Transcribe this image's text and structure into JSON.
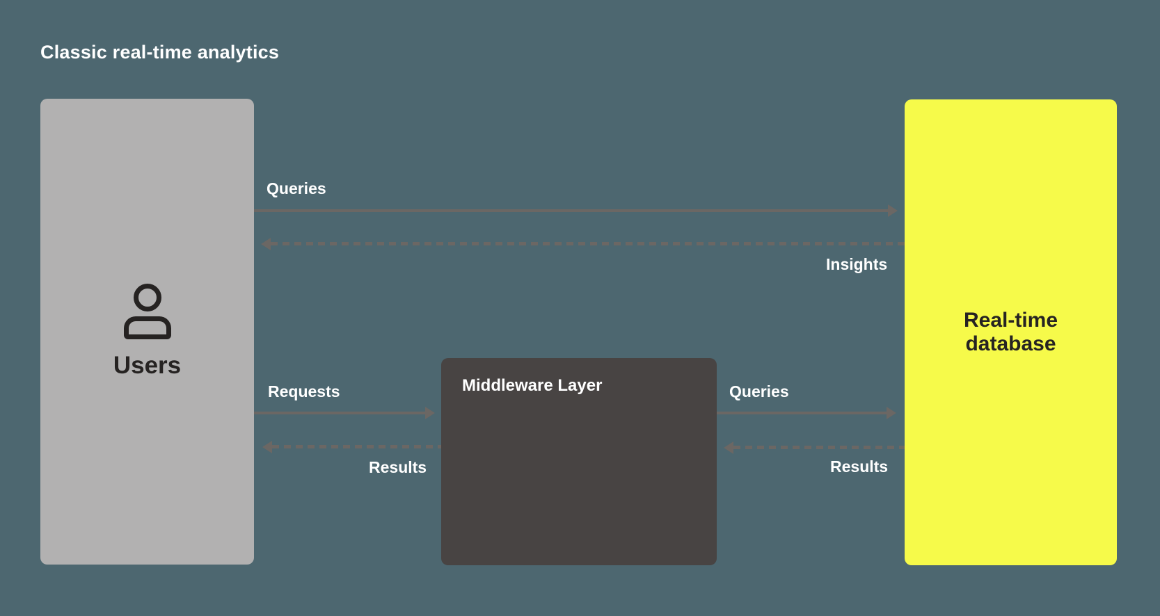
{
  "title": "Classic real-time analytics",
  "colors": {
    "background": "#4D6770",
    "users_box": "#B2B1B1",
    "middleware_box": "#484443",
    "database_box": "#F6FA4A",
    "arrow": "#6B6764",
    "label_text": "#FFFFFF",
    "dark_text": "#262322"
  },
  "nodes": {
    "users": {
      "label": "Users",
      "icon": "person-icon"
    },
    "middleware": {
      "label": "Middleware Layer"
    },
    "database": {
      "label": "Real-time database"
    }
  },
  "flows": {
    "users_to_database": {
      "label": "Queries",
      "style": "solid",
      "direction": "right"
    },
    "database_to_users": {
      "label": "Insights",
      "style": "dashed",
      "direction": "left"
    },
    "users_to_middleware": {
      "label": "Requests",
      "style": "solid",
      "direction": "right"
    },
    "middleware_to_users": {
      "label": "Results",
      "style": "dashed",
      "direction": "left"
    },
    "middleware_to_database": {
      "label": "Queries",
      "style": "solid",
      "direction": "right"
    },
    "database_to_middleware": {
      "label": "Results",
      "style": "dashed",
      "direction": "left"
    }
  }
}
